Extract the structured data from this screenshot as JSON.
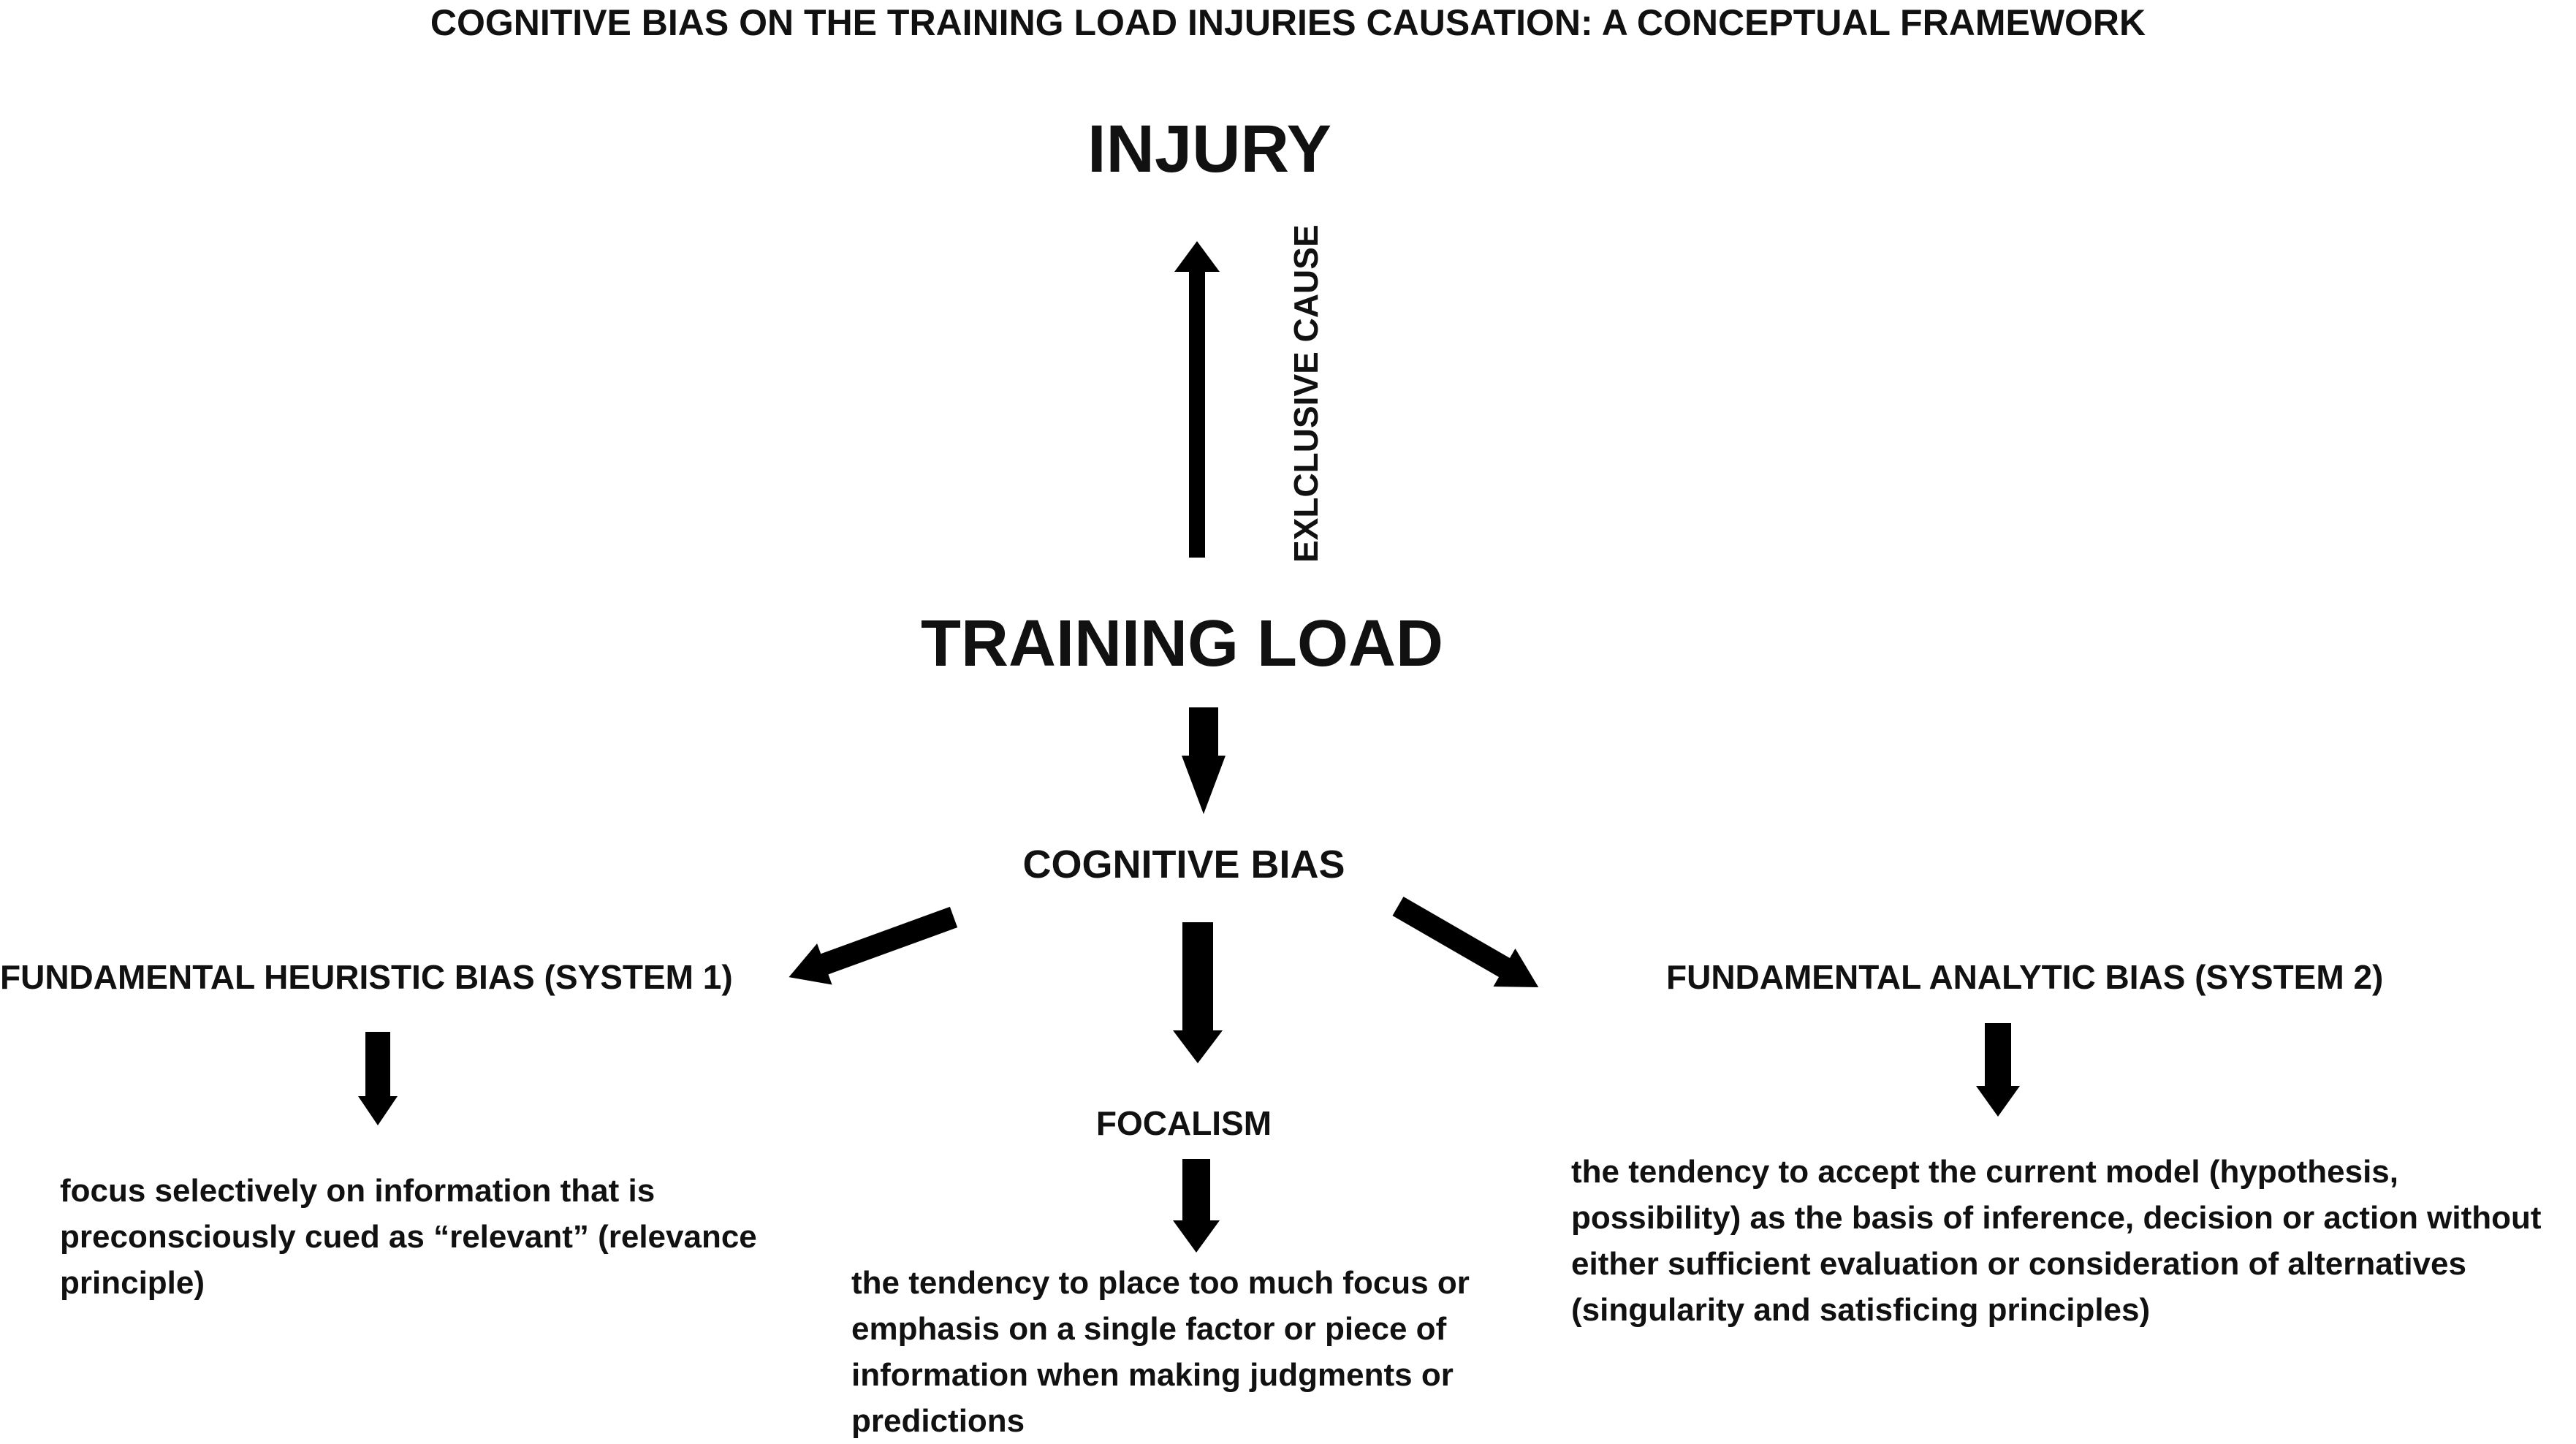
{
  "title": "COGNITIVE BIAS ON THE TRAINING LOAD INJURIES CAUSATION: A CONCEPTUAL FRAMEWORK",
  "nodes": {
    "injury": "INJURY",
    "training_load": "TRAINING LOAD",
    "cognitive_bias": "COGNITIVE BIAS",
    "heuristic": "FUNDAMENTAL HEURISTIC BIAS (SYSTEM 1)",
    "focalism": "FOCALISM",
    "analytic": "FUNDAMENTAL ANALYTIC BIAS (SYSTEM 2)"
  },
  "edge_labels": {
    "exclusive_cause": "EXLCLUSIVE CAUSE"
  },
  "descriptions": {
    "heuristic": "focus selectively on information that is preconsciously cued as “relevant” (relevance principle)",
    "focalism": "the tendency to place too much focus or emphasis on a single factor or piece of information when making judgments or predictions",
    "analytic": "the tendency to accept the current model (hypothesis, possibility) as the basis of inference, decision or action without either sufficient evaluation or consideration of alternatives (singularity and satisficing principles)"
  },
  "colors": {
    "text": "#111111",
    "arrow": "#000000",
    "background": "#ffffff"
  }
}
